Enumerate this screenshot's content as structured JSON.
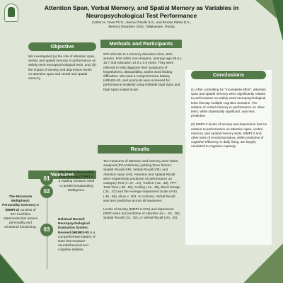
{
  "poster": {
    "title": "Attention Span, Verbal Memory, and Spatial Memory as Variables in Neuropsychological Test Performance",
    "authors": "Carlton S. Gass Ph.D., Alanna O'Malle B.S., and Brooke Patten B.S.,",
    "affiliation": "Memory Disorders Clinic, Tallahassee, Florida"
  },
  "objective": {
    "heading": "Objective",
    "text": "We investigated (a) the role of attention span, verbal, and spatial memory in performance on widely used neuropsychological tests, and; (b) the impact of anxiety and depression levels on attention span and verbal and spatial memory."
  },
  "methods": {
    "heading": "Methods and Participants",
    "text": "579 referrals to a memory disorders clinic, 60% women, 84% white non-Hispanic, average age 59.8 ± 15.7 and education 14.9 ± 2.9 years. They were referred to help diagnose their symptoms of forgetfulness, distractibility, and/or word finding difficulties. We used a comprehensive battery (HRNES-R), and protocols were screened for performance invalidity using Reliable Digit Span and Digit Span scaled score."
  },
  "results": {
    "heading": "Results",
    "p1": "Ten measures of attention and memory were factor analyzed (PCA/Varimax) yielding three factors: Spatial Recall (SR), Verbal Recall (VR), and Attention Span (AS). Attention and Spatial Recall were respectively predictive of performance on Category Test (r=.37, .41), Trails B (.32, .48), TPT-Total Time (.35, .53), Coding (.31, .29), Block Design (.31, .37) and the Average Impairment Scale (AIS) (.45, .68), all ps < .001. In contrast, Verbal Recall was less predictive across all measures.",
    "p2": "Levels of anxiety (MMPI-2 ANX) and depression (DEP) were not predictive of Attention (rs= -.01, .00), Spatial Recall (.02, .02), or Verbal Recall (.03, .02)."
  },
  "conclusions": {
    "heading": "Conclusions",
    "p1": "(1) After controlling for \"incomplete effort\", attention span and spatial memory were significantly related to performance on widely used neuropsychological tests that tap multiple cognitive domains. The relation of verbal memory in performance on other tests, while statistically significant, was less predictive.",
    "p2a": "(2) MMPI-2 levels of anxiety and depression had no relation to performance on attention span, verbal memory, and spatial memory tests. MMPI-2 and other tests of emotional status, while predictive of ",
    "p2b": "cognitive efficiency",
    "p2c": " in daily living, are largely unrelated to ",
    "p2d": "cognitive capacity",
    "p2e": "."
  },
  "measures": {
    "heading": "Measures",
    "mmpi_bold": "The Minnesota Multiphasic Personality Inventory-2 (MMPI-2)",
    "mmpi_rest": " consists of 567 true/false statements that assess personality and emotional functioning.",
    "items": [
      {
        "num": "01",
        "bold": "The Test of Premorbid Functioning (TOPF)",
        "rest": " is a reading measure used to predict longstanding intelligence."
      },
      {
        "num": "02",
        "bold": "",
        "rest": ""
      },
      {
        "num": "03",
        "bold": "Halstead Russell Neuropsychological Evaluation System, Revised (HRNES-R)",
        "rest": " is a comprehensive battery of tests that measure neurobehavioral and cognitive abilities."
      }
    ]
  },
  "colors": {
    "background": "#dfe6d7",
    "accent": "#557a4a",
    "accent_dark": "#3f6b3a"
  }
}
